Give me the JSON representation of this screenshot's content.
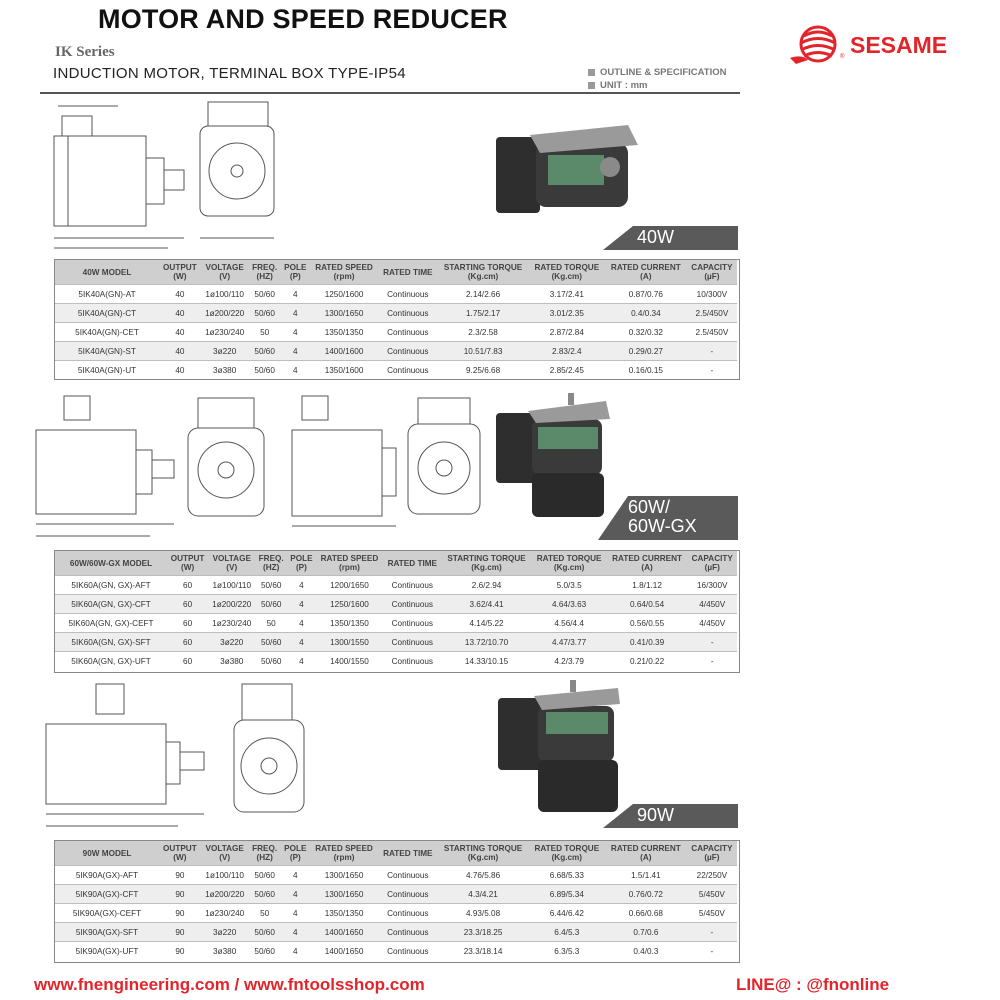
{
  "header": {
    "title": "MOTOR AND SPEED REDUCER",
    "series": "IK Series",
    "subtitle": "INDUCTION MOTOR, TERMINAL BOX TYPE-IP54",
    "legend_outline": "OUTLINE & SPECIFICATION",
    "legend_unit": "UNIT : mm"
  },
  "brand": {
    "name": "SESAME",
    "reg": "®",
    "color": "#e2252b"
  },
  "columns": [
    "OUTPUT (W)",
    "VOLTAGE (V)",
    "FREQ. (HZ)",
    "POLE (P)",
    "RATED SPEED (rpm)",
    "RATED TIME",
    "STARTING TORQUE (Kg.cm)",
    "RATED TORQUE (Kg.cm)",
    "RATED CURRENT (A)",
    "CAPACITY (µF)"
  ],
  "sections": [
    {
      "band": "40W",
      "model_header": "40W MODEL",
      "head": {
        "output": [
          "OUTPUT",
          "(W)"
        ],
        "voltage": [
          "VOLTAGE",
          "(V)"
        ],
        "freq": [
          "FREQ.",
          "(HZ)"
        ],
        "pole": [
          "POLE",
          "(P)"
        ],
        "speed": [
          "RATED SPEED",
          "(rpm)"
        ],
        "time": "RATED TIME",
        "start": [
          "STARTING TORQUE",
          "(Kg.cm)"
        ],
        "torque": [
          "RATED TORQUE",
          "(Kg.cm)"
        ],
        "current": [
          "RATED CURRENT",
          "(A)"
        ],
        "cap": [
          "CAPACITY",
          "(µF)"
        ]
      },
      "rows": [
        [
          "5IK40A(GN)-AT",
          "40",
          "1ø100/110",
          "50/60",
          "4",
          "1250/1600",
          "Continuous",
          "2.14/2.66",
          "3.17/2.41",
          "0.87/0.76",
          "10/300V"
        ],
        [
          "5IK40A(GN)-CT",
          "40",
          "1ø200/220",
          "50/60",
          "4",
          "1300/1650",
          "Continuous",
          "1.75/2.17",
          "3.01/2.35",
          "0.4/0.34",
          "2.5/450V"
        ],
        [
          "5IK40A(GN)-CET",
          "40",
          "1ø230/240",
          "50",
          "4",
          "1350/1350",
          "Continuous",
          "2.3/2.58",
          "2.87/2.84",
          "0.32/0.32",
          "2.5/450V"
        ],
        [
          "5IK40A(GN)-ST",
          "40",
          "3ø220",
          "50/60",
          "4",
          "1400/1600",
          "Continuous",
          "10.51/7.83",
          "2.83/2.4",
          "0.29/0.27",
          "-"
        ],
        [
          "5IK40A(GN)-UT",
          "40",
          "3ø380",
          "50/60",
          "4",
          "1350/1600",
          "Continuous",
          "9.25/6.68",
          "2.85/2.45",
          "0.16/0.15",
          "-"
        ]
      ]
    },
    {
      "band": "60W/ 60W-GX",
      "band_line1": "60W/",
      "band_line2": "60W-GX",
      "model_header": "60W/60W-GX MODEL",
      "head": {
        "output": [
          "OUTPUT",
          "(W)"
        ],
        "voltage": [
          "VOLTAGE",
          "(V)"
        ],
        "freq": [
          "FREQ.",
          "(HZ)"
        ],
        "pole": [
          "POLE",
          "(P)"
        ],
        "speed": [
          "RATED SPEED",
          "(rpm)"
        ],
        "time": "RATED TIME",
        "start": [
          "STARTING TORQUE",
          "(Kg.cm)"
        ],
        "torque": [
          "RATED TORQUE",
          "(Kg.cm)"
        ],
        "current": [
          "RATED CURRENT",
          "(A)"
        ],
        "cap": [
          "CAPACITY",
          "(µF)"
        ]
      },
      "rows": [
        [
          "5IK60A(GN, GX)-AFT",
          "60",
          "1ø100/110",
          "50/60",
          "4",
          "1200/1650",
          "Continuous",
          "2.6/2.94",
          "5.0/3.5",
          "1.8/1.12",
          "16/300V"
        ],
        [
          "5IK60A(GN, GX)-CFT",
          "60",
          "1ø200/220",
          "50/60",
          "4",
          "1250/1600",
          "Continuous",
          "3.62/4.41",
          "4.64/3.63",
          "0.64/0.54",
          "4/450V"
        ],
        [
          "5IK60A(GN, GX)-CEFT",
          "60",
          "1ø230/240",
          "50",
          "4",
          "1350/1350",
          "Continuous",
          "4.14/5.22",
          "4.56/4.4",
          "0.56/0.55",
          "4/450V"
        ],
        [
          "5IK60A(GN, GX)-SFT",
          "60",
          "3ø220",
          "50/60",
          "4",
          "1300/1550",
          "Continuous",
          "13.72/10.70",
          "4.47/3.77",
          "0.41/0.39",
          "-"
        ],
        [
          "5IK60A(GN, GX)-UFT",
          "60",
          "3ø380",
          "50/60",
          "4",
          "1400/1550",
          "Continuous",
          "14.33/10.15",
          "4.2/3.79",
          "0.21/0.22",
          "-"
        ]
      ]
    },
    {
      "band": "90W",
      "model_header": "90W MODEL",
      "head": {
        "output": [
          "OUTPUT",
          "(W)"
        ],
        "voltage": [
          "VOLTAGE",
          "(V)"
        ],
        "freq": [
          "FREQ.",
          "(HZ)"
        ],
        "pole": [
          "POLE",
          "(P)"
        ],
        "speed": [
          "RATED SPEED",
          "(rpm)"
        ],
        "time": "RATED TIME",
        "start": [
          "STARTING TORQUE",
          "(Kg.cm)"
        ],
        "torque": [
          "RATED TORQUE",
          "(Kg.cm)"
        ],
        "current": [
          "RATED CURRENT",
          "(A)"
        ],
        "cap": [
          "CAPACITY",
          "(µF)"
        ]
      },
      "rows": [
        [
          "5IK90A(GX)-AFT",
          "90",
          "1ø100/110",
          "50/60",
          "4",
          "1300/1650",
          "Continuous",
          "4.76/5.86",
          "6.68/5.33",
          "1.5/1.41",
          "22/250V"
        ],
        [
          "5IK90A(GX)-CFT",
          "90",
          "1ø200/220",
          "50/60",
          "4",
          "1300/1650",
          "Continuous",
          "4.3/4.21",
          "6.89/5.34",
          "0.76/0.72",
          "5/450V"
        ],
        [
          "5IK90A(GX)-CEFT",
          "90",
          "1ø230/240",
          "50",
          "4",
          "1350/1350",
          "Continuous",
          "4.93/5.08",
          "6.44/6.42",
          "0.66/0.68",
          "5/450V"
        ],
        [
          "5IK90A(GX)-SFT",
          "90",
          "3ø220",
          "50/60",
          "4",
          "1400/1650",
          "Continuous",
          "23.3/18.25",
          "6.4/5.3",
          "0.7/0.6",
          "-"
        ],
        [
          "5IK90A(GX)-UFT",
          "90",
          "3ø380",
          "50/60",
          "4",
          "1400/1650",
          "Continuous",
          "23.3/18.14",
          "6.3/5.3",
          "0.4/0.3",
          "-"
        ]
      ]
    }
  ],
  "footer": {
    "left": "www.fnengineering.com / www.fntoolsshop.com",
    "right": "LINE@ : @fnonline"
  }
}
